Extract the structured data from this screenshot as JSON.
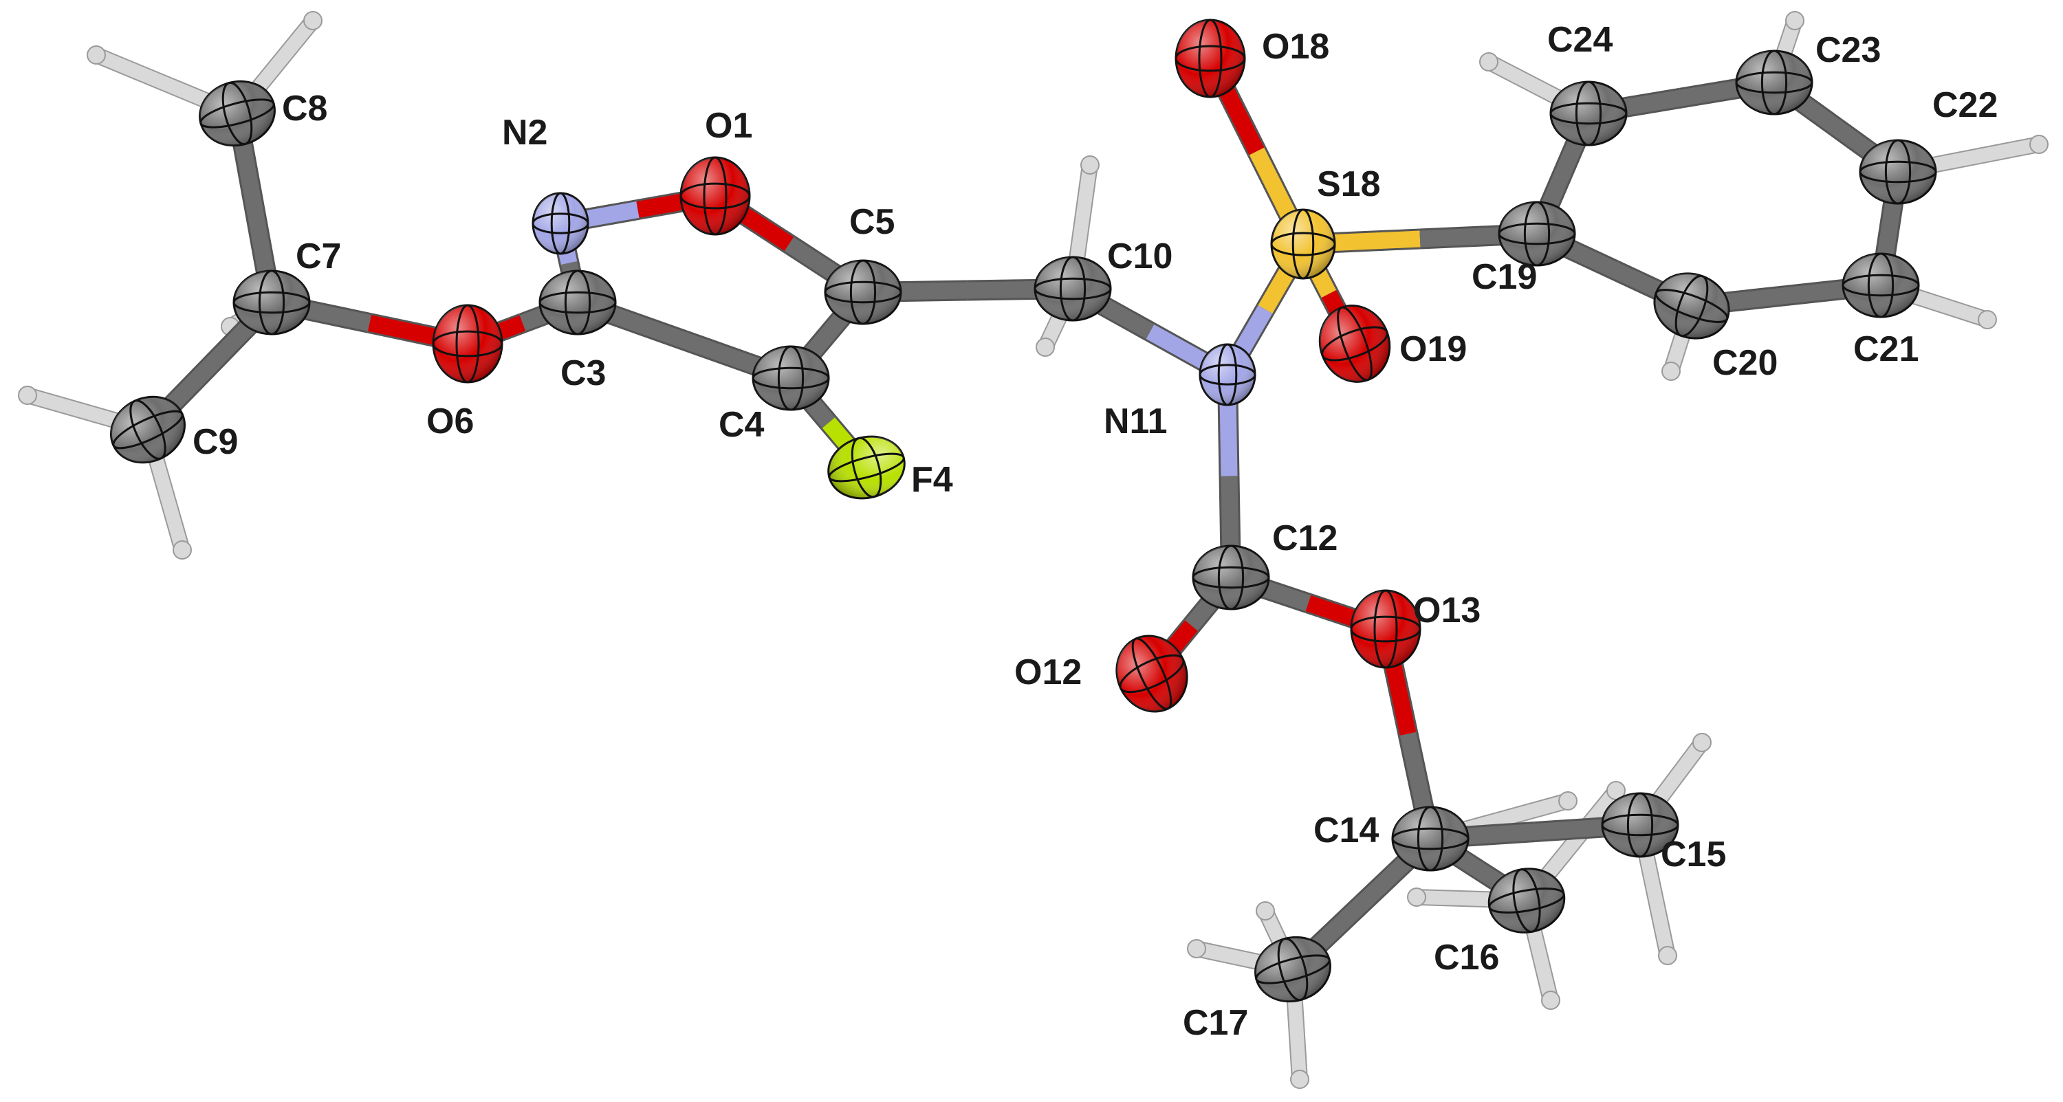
{
  "colors": {
    "C": "#6e6e6e",
    "H": "#d9d9d9",
    "N": "#a2a6e6",
    "O": "#d60000",
    "F": "#b8e000",
    "S": "#f2c230"
  },
  "atoms": [
    {
      "id": "C8",
      "element": "C",
      "label": "C8"
    },
    {
      "id": "C7",
      "element": "C",
      "label": "C7"
    },
    {
      "id": "C9",
      "element": "C",
      "label": "C9"
    },
    {
      "id": "O6",
      "element": "O",
      "label": "O6"
    },
    {
      "id": "C3",
      "element": "C",
      "label": "C3"
    },
    {
      "id": "N2",
      "element": "N",
      "label": "N2"
    },
    {
      "id": "O1",
      "element": "O",
      "label": "O1"
    },
    {
      "id": "C5",
      "element": "C",
      "label": "C5"
    },
    {
      "id": "C4",
      "element": "C",
      "label": "C4"
    },
    {
      "id": "F4",
      "element": "F",
      "label": "F4"
    },
    {
      "id": "C10",
      "element": "C",
      "label": "C10"
    },
    {
      "id": "N11",
      "element": "N",
      "label": "N11"
    },
    {
      "id": "S18",
      "element": "S",
      "label": "S18"
    },
    {
      "id": "O18",
      "element": "O",
      "label": "O18"
    },
    {
      "id": "O19",
      "element": "O",
      "label": "O19"
    },
    {
      "id": "C19",
      "element": "C",
      "label": "C19"
    },
    {
      "id": "C24",
      "element": "C",
      "label": "C24"
    },
    {
      "id": "C23",
      "element": "C",
      "label": "C23"
    },
    {
      "id": "C22",
      "element": "C",
      "label": "C22"
    },
    {
      "id": "C21",
      "element": "C",
      "label": "C21"
    },
    {
      "id": "C20",
      "element": "C",
      "label": "C20"
    },
    {
      "id": "C12",
      "element": "C",
      "label": "C12"
    },
    {
      "id": "O12",
      "element": "O",
      "label": "O12"
    },
    {
      "id": "O13",
      "element": "O",
      "label": "O13"
    },
    {
      "id": "C14",
      "element": "C",
      "label": "C14"
    },
    {
      "id": "C15",
      "element": "C",
      "label": "C15"
    },
    {
      "id": "C16",
      "element": "C",
      "label": "C16"
    },
    {
      "id": "C17",
      "element": "C",
      "label": "C17"
    }
  ],
  "bonds": [
    [
      "C8",
      "C7"
    ],
    [
      "C7",
      "C9"
    ],
    [
      "C7",
      "O6"
    ],
    [
      "O6",
      "C3"
    ],
    [
      "C3",
      "N2"
    ],
    [
      "N2",
      "O1"
    ],
    [
      "O1",
      "C5"
    ],
    [
      "C5",
      "C4"
    ],
    [
      "C4",
      "C3"
    ],
    [
      "C4",
      "F4"
    ],
    [
      "C5",
      "C10"
    ],
    [
      "C10",
      "N11"
    ],
    [
      "N11",
      "S18"
    ],
    [
      "S18",
      "O18"
    ],
    [
      "S18",
      "O19"
    ],
    [
      "S18",
      "C19"
    ],
    [
      "C19",
      "C24"
    ],
    [
      "C24",
      "C23"
    ],
    [
      "C23",
      "C22"
    ],
    [
      "C22",
      "C21"
    ],
    [
      "C21",
      "C20"
    ],
    [
      "C20",
      "C19"
    ],
    [
      "N11",
      "C12"
    ],
    [
      "C12",
      "O12"
    ],
    [
      "C12",
      "O13"
    ],
    [
      "O13",
      "C14"
    ],
    [
      "C14",
      "C15"
    ],
    [
      "C14",
      "C16"
    ],
    [
      "C14",
      "C17"
    ]
  ]
}
